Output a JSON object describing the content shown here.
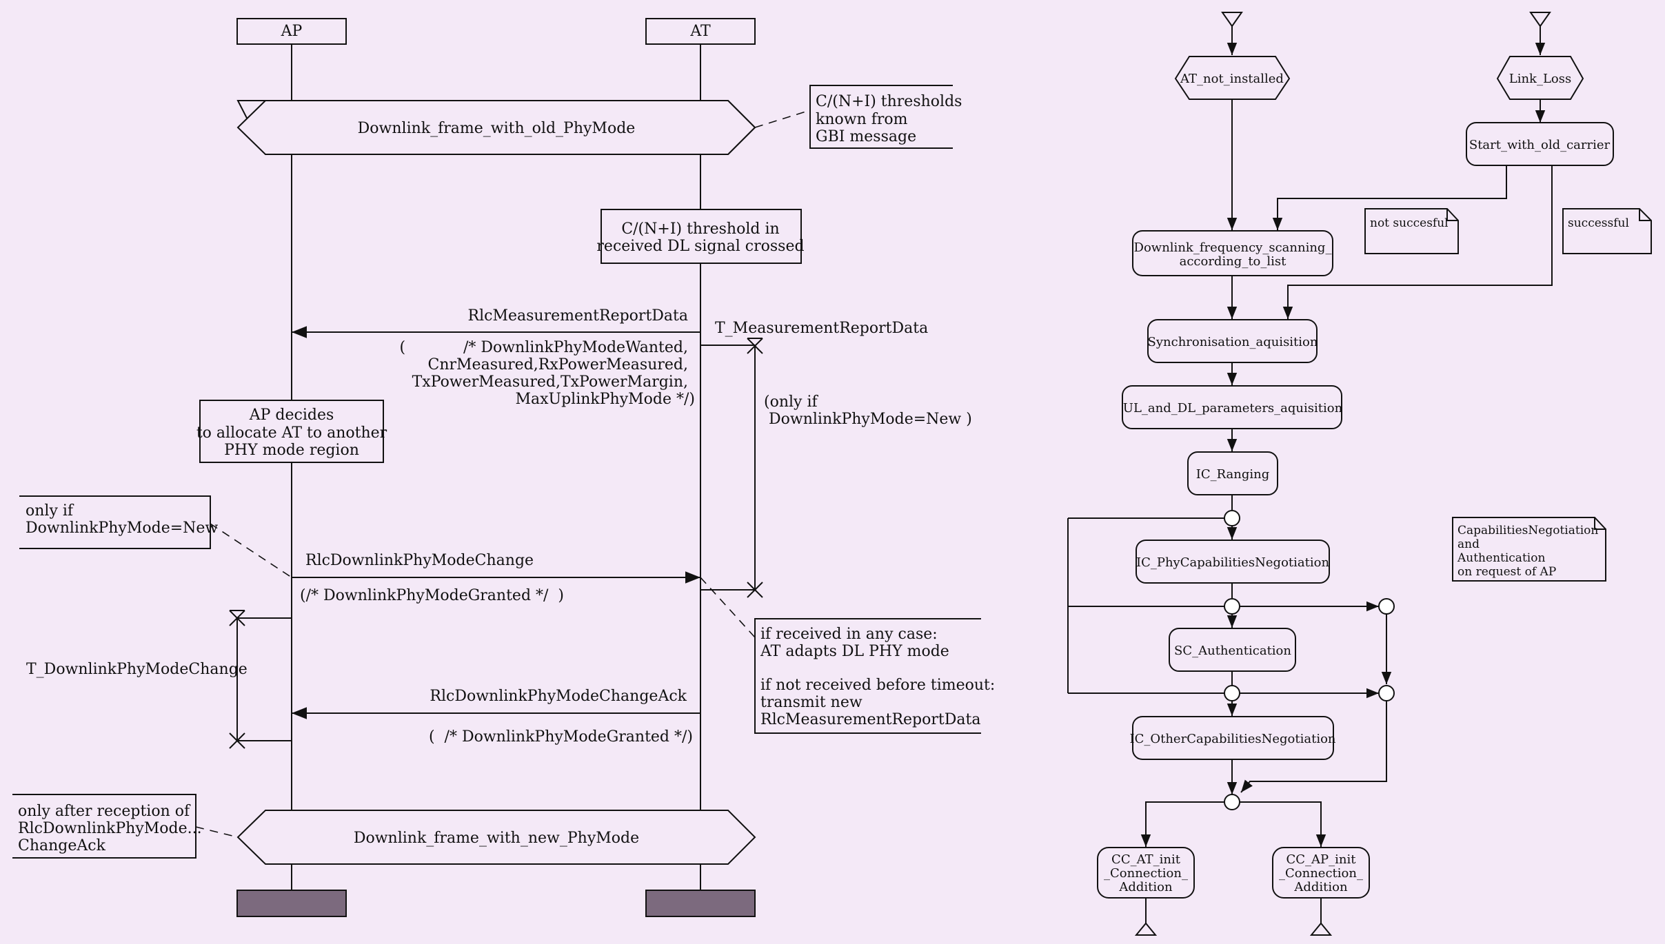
{
  "sequence": {
    "instances": [
      "AP",
      "AT"
    ],
    "conditions": {
      "old_phy_mode": "Downlink_frame_with_old_PhyMode",
      "new_phy_mode": "Downlink_frame_with_new_PhyMode"
    },
    "comments": {
      "thresholds_known": [
        "C/(N+I) thresholds",
        "known from",
        "GBI message"
      ],
      "threshold_crossed": [
        "C/(N+I) threshold in",
        "received DL signal crossed"
      ],
      "ap_decides": [
        "AP decides",
        "to allocate AT to another",
        "PHY mode region"
      ],
      "only_if": [
        "only if",
        "DownlinkPhyMode=New"
      ],
      "timer_condition": [
        "(only if",
        " DownlinkPhyMode=New )"
      ],
      "received_note": [
        "if received in any case:",
        "AT adapts DL PHY mode",
        "",
        "if not received before timeout:",
        "transmit new",
        "RlcMeasurementReportData"
      ],
      "only_after": [
        "only after reception of",
        "RlcDownlinkPhyMode...",
        "ChangeAck"
      ]
    },
    "messages": {
      "report": "RlcMeasurementReportData",
      "report_params": [
        "(            /* DownlinkPhyModeWanted,",
        "CnrMeasured,RxPowerMeasured,",
        "TxPowerMeasured,TxPowerMargin,",
        "MaxUplinkPhyMode */)"
      ],
      "change": "RlcDownlinkPhyModeChange",
      "change_params": "(/* DownlinkPhyModeGranted */  )",
      "change_ack": "RlcDownlinkPhyModeChangeAck",
      "change_ack_params": "(  /* DownlinkPhyModeGranted */)"
    },
    "timers": {
      "measurement": "T_MeasurementReportData",
      "phy_change": "T_DownlinkPhyModeChange"
    }
  },
  "state_machine": {
    "states": {
      "at_not_installed": "AT_not_installed",
      "link_loss": "Link_Loss",
      "start_old_carrier": "Start_with_old_carrier",
      "dl_scanning": [
        "Downlink_frequency_scanning_",
        "according_to_list"
      ],
      "sync": "Synchronisation_aquisition",
      "params": "UL_and_DL_parameters_aquisition",
      "ranging": "IC_Ranging",
      "phy_cap": "IC_PhyCapabilitiesNegotiation",
      "auth": "SC_Authentication",
      "other_cap": "IC_OtherCapabilitiesNegotiation",
      "cc_at": [
        "CC_AT_init",
        "_Connection_",
        "Addition"
      ],
      "cc_ap": [
        "CC_AP_init",
        "_Connection_",
        "Addition"
      ]
    },
    "notes": {
      "not_successful": "not succesful",
      "successful": "successful",
      "cap_auth": [
        "CapabilitiesNegotiation",
        "and",
        "Authentication",
        "on request of AP"
      ]
    }
  }
}
